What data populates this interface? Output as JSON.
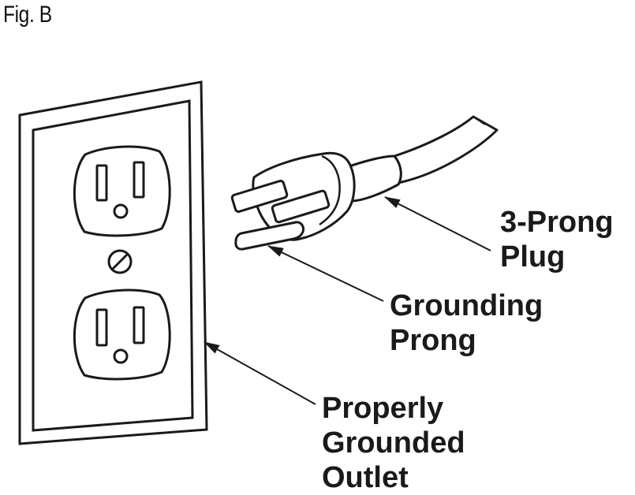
{
  "figure": {
    "label": "Fig. B"
  },
  "callouts": {
    "plug": {
      "lines": [
        "3-Prong",
        "Plug"
      ]
    },
    "grounding_prong": {
      "lines": [
        "Grounding",
        "Prong"
      ]
    },
    "outlet": {
      "lines": [
        "Properly",
        "Grounded",
        "Outlet"
      ]
    }
  }
}
